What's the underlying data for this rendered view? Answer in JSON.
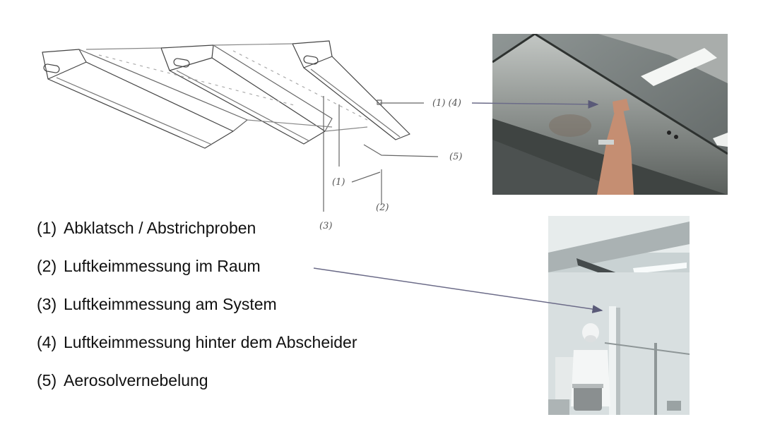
{
  "legend": [
    {
      "num": "(1)",
      "text": "Abklatsch / Abstrichproben"
    },
    {
      "num": "(2)",
      "text": "Luftkeimmessung im Raum"
    },
    {
      "num": "(3)",
      "text": "Luftkeimmessung am System"
    },
    {
      "num": "(4)",
      "text": "Luftkeimmessung hinter dem Abscheider"
    },
    {
      "num": "(5)",
      "text": "Aerosolvernebelung"
    }
  ],
  "sketch_labels": {
    "l14": "(1) (4)",
    "l5": "(5)",
    "l1": "(1)",
    "l2": "(2)",
    "l3": "(3)"
  },
  "colors": {
    "leader_line": "#6b6b88",
    "arrow": "#5a5a78",
    "sketch_stroke": "#444444"
  }
}
